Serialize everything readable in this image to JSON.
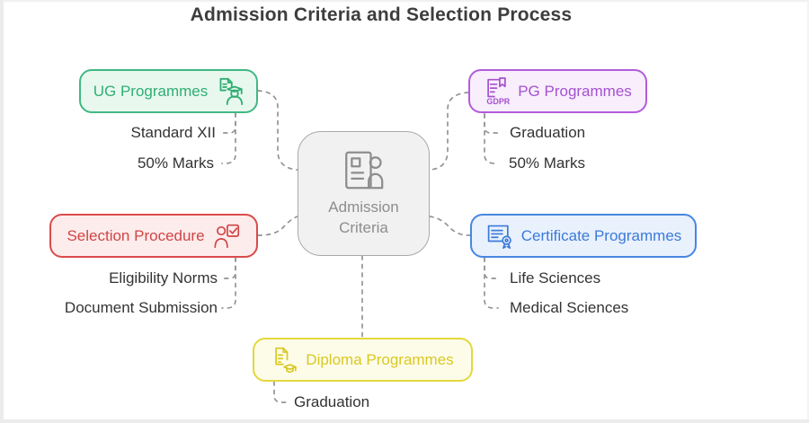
{
  "title": "Admission Criteria and Selection Process",
  "center_node": {
    "label": "Admission Criteria",
    "icon": "id-card-icon"
  },
  "branches": [
    {
      "id": "ug-programmes",
      "label": "UG Programmes",
      "icon": "graduate-document-icon",
      "accent": "#2fae72",
      "border": "#41b883",
      "background": "#e8f8ef",
      "children": [
        "Standard XII",
        "50% Marks"
      ]
    },
    {
      "id": "pg-programmes",
      "label": "PG Programmes",
      "icon": "gdpr-document-icon",
      "icon_text": "GDPR",
      "accent": "#a551d1",
      "border": "#b35bdc",
      "background": "#f8eefc",
      "children": [
        "Graduation",
        "50% Marks"
      ]
    },
    {
      "id": "selection-procedure",
      "label": "Selection Procedure",
      "icon": "person-checklist-icon",
      "accent": "#d04545",
      "border": "#da4b4b",
      "background": "#fdecec",
      "children": [
        "Eligibility Norms",
        "Document Submission"
      ]
    },
    {
      "id": "certificate-programmes",
      "label": "Certificate Programmes",
      "icon": "certificate-ribbon-icon",
      "accent": "#3b7bd8",
      "border": "#4787e0",
      "background": "#e9f1fd",
      "children": [
        "Life Sciences",
        "Medical Sciences"
      ]
    },
    {
      "id": "diploma-programmes",
      "label": "Diploma Programmes",
      "icon": "diploma-graduation-icon",
      "accent": "#d9c825",
      "border": "#e4d83e",
      "background": "#fdfce8",
      "children": [
        "Graduation"
      ]
    }
  ],
  "connector_color": "#949494",
  "leaf_text_color": "#333333"
}
